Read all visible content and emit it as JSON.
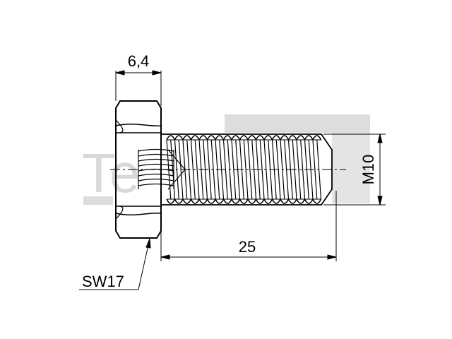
{
  "dimensions": {
    "head_width": "6,4",
    "shank_length": "25",
    "thread": "M10",
    "wrench_size": "SW17"
  },
  "watermark": {
    "text": "Te",
    "color": "#d8d8d8"
  },
  "colors": {
    "lines": "#000000",
    "background": "#ffffff"
  }
}
